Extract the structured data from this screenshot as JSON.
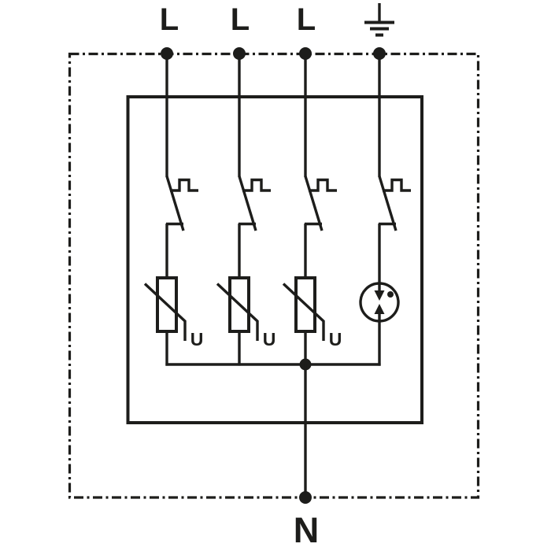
{
  "colors": {
    "ink": "#1d1d1b",
    "background": "#ffffff"
  },
  "terminals": {
    "line1": "L",
    "line2": "L",
    "line3": "L",
    "neutral": "N"
  },
  "component_labels": {
    "varistor1": "U",
    "varistor2": "U",
    "varistor3": "U"
  },
  "icons": {
    "earth": "earth-ground-icon",
    "disconnector": "thermal-disconnector-icon",
    "varistor": "varistor-icon",
    "spark_gap": "spark-gap-icon",
    "junction": "junction-dot"
  }
}
